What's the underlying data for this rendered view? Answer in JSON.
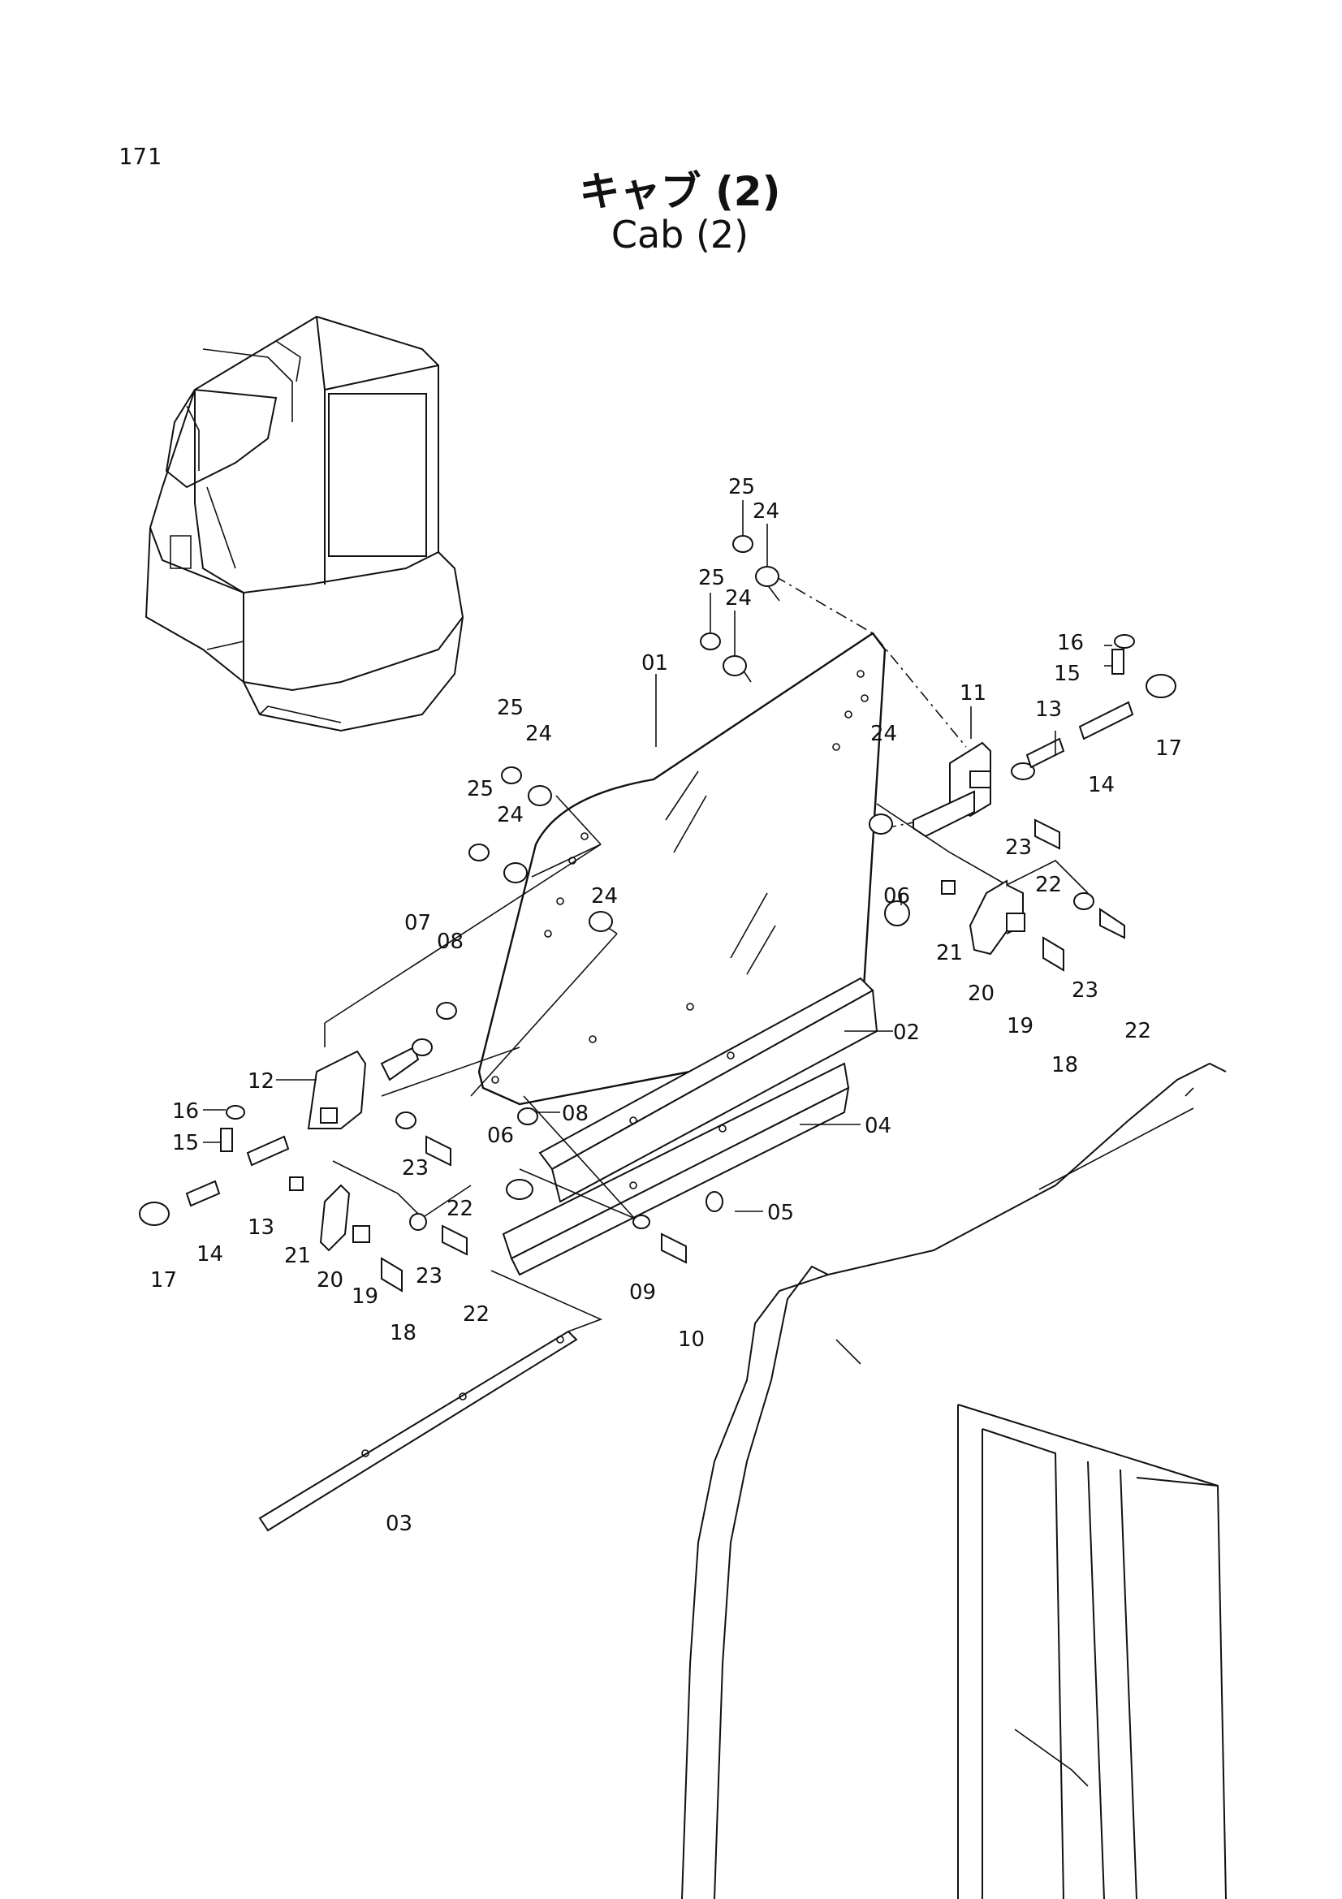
{
  "page_number": "171",
  "title_jp": "キャブ (2)",
  "title_en": "Cab (2)",
  "callouts": {
    "c01": "01",
    "c02": "02",
    "c03": "03",
    "c04": "04",
    "c05": "05",
    "c06a": "06",
    "c06b": "06",
    "c07": "07",
    "c08a": "08",
    "c08b": "08",
    "c09": "09",
    "c10": "10",
    "c11": "11",
    "c12": "12",
    "c13a": "13",
    "c13b": "13",
    "c14a": "14",
    "c14b": "14",
    "c15a": "15",
    "c15b": "15",
    "c16a": "16",
    "c16b": "16",
    "c17a": "17",
    "c17b": "17",
    "c18a": "18",
    "c18b": "18",
    "c19a": "19",
    "c19b": "19",
    "c20a": "20",
    "c20b": "20",
    "c21a": "21",
    "c21b": "21",
    "c22a": "22",
    "c22b": "22",
    "c22c": "22",
    "c22d": "22",
    "c23a": "23",
    "c23b": "23",
    "c23c": "23",
    "c23d": "23",
    "c24a": "24",
    "c24b": "24",
    "c24c": "24",
    "c24d": "24",
    "c24e": "24",
    "c24f": "24",
    "c25a": "25",
    "c25b": "25",
    "c25c": "25",
    "c25d": "25"
  }
}
